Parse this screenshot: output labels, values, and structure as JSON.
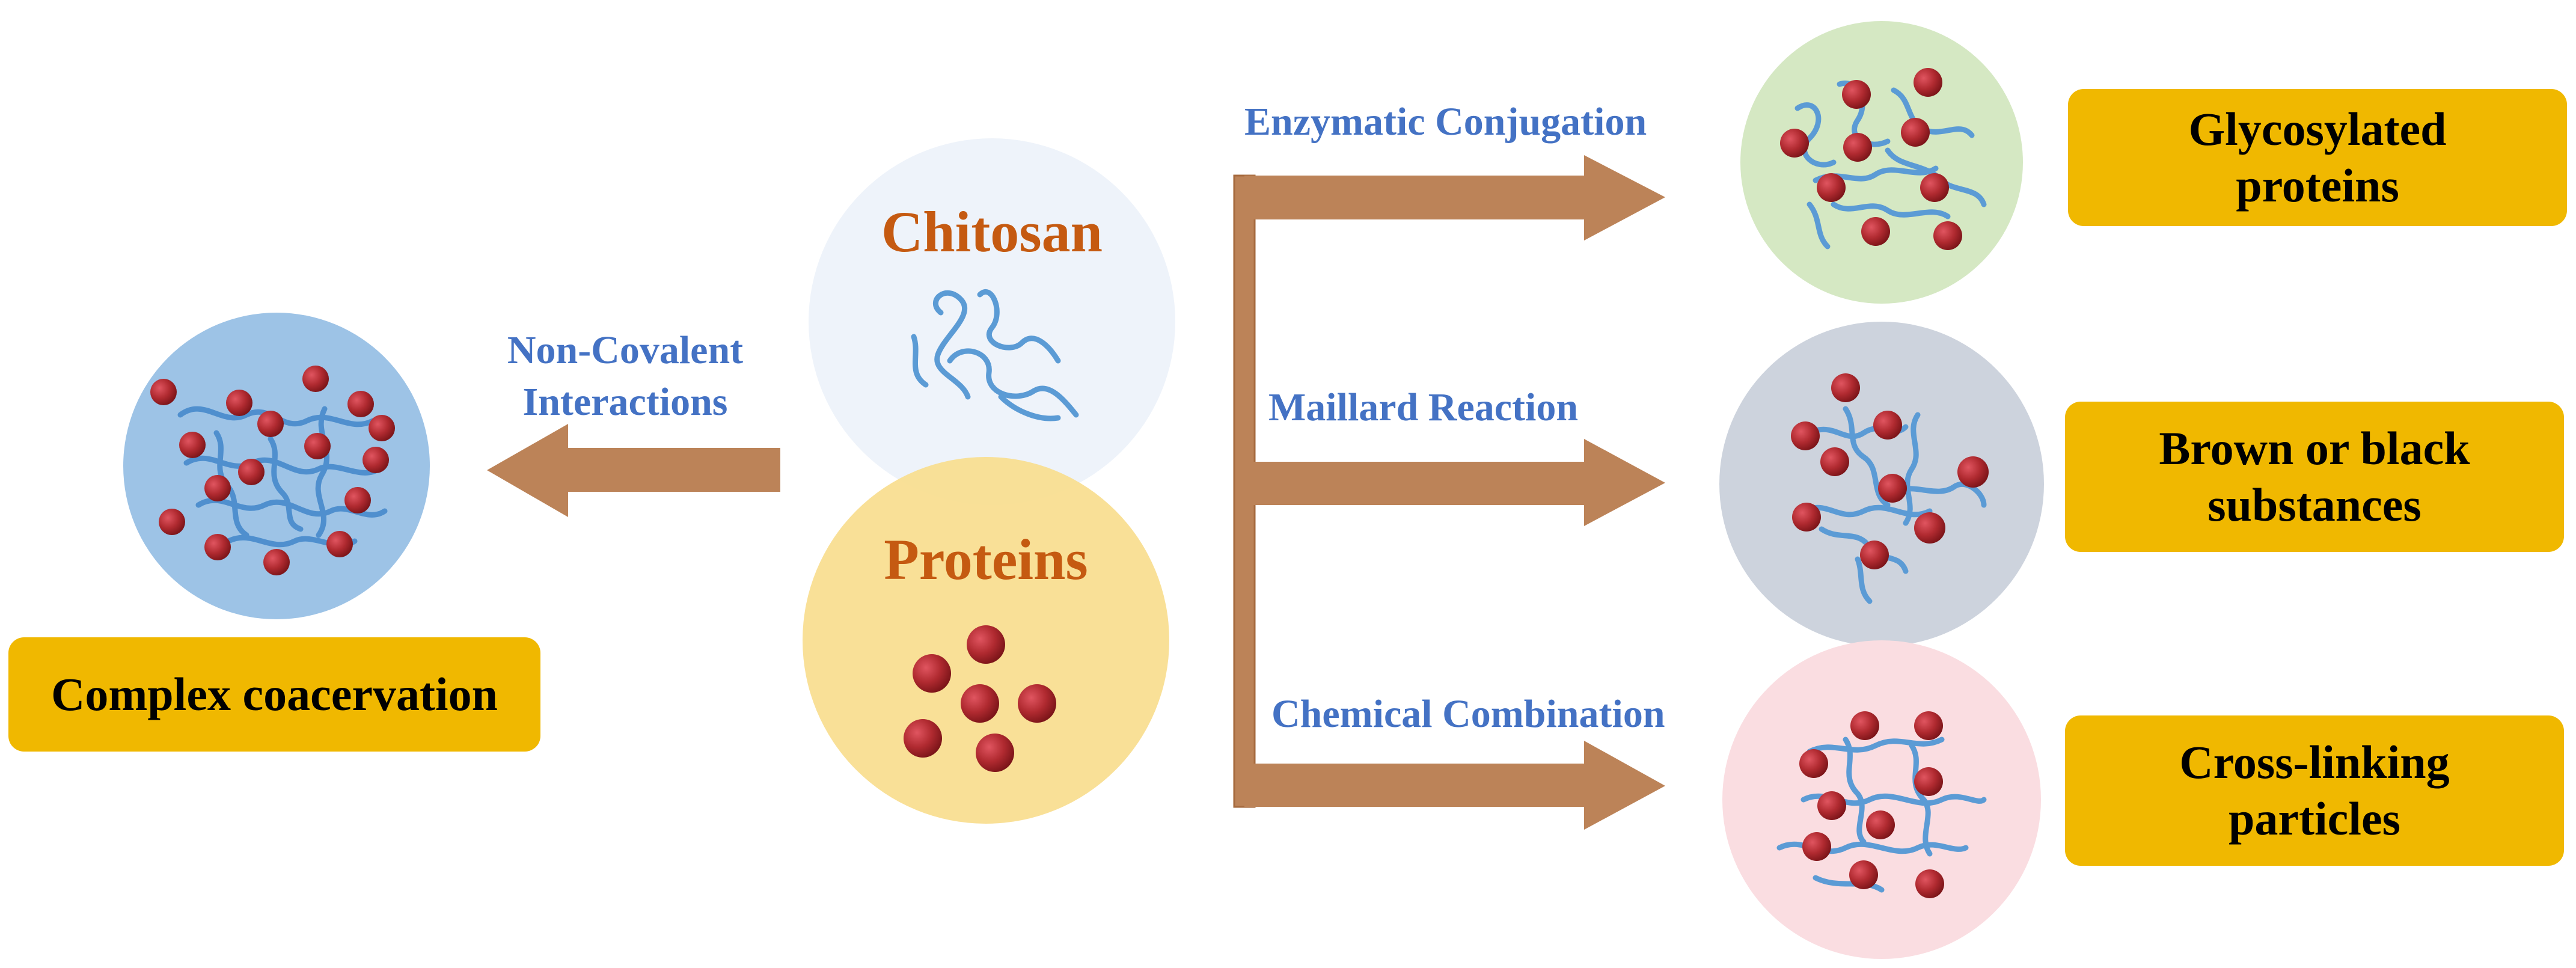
{
  "colors": {
    "arrow": "#BC8358",
    "arrow_dark": "#A66A3E",
    "label_blue": "#4472C4",
    "title_orange": "#C55A11",
    "box_fill": "#F0B800",
    "chain_blue": "#5B9BD5",
    "dot_red": "#B02A30",
    "coacervation_circle": "#9DC3E6",
    "chitosan_circle": "#EEF3FA",
    "proteins_circle": "#F9DE8F",
    "glycosylated_circle": "#D5E8C3",
    "brown_circle": "#CDD3DD",
    "crosslink_circle": "#FADDE1"
  },
  "center": {
    "chitosan": {
      "title": "Chitosan",
      "icon": "polymer-chain-icon"
    },
    "proteins": {
      "title": "Proteins",
      "icon": "protein-dots-icon"
    }
  },
  "left_branch": {
    "arrow_label_line1": "Non-Covalent",
    "arrow_label_line2": "Interactions",
    "product_label": "Complex coacervation"
  },
  "right_branches": [
    {
      "arrow_label": "Enzymatic Conjugation",
      "product_line1": "Glycosylated",
      "product_line2": "proteins"
    },
    {
      "arrow_label": "Maillard Reaction",
      "product_line1": "Brown or black",
      "product_line2": "substances"
    },
    {
      "arrow_label": "Chemical Combination",
      "product_line1": "Cross-linking",
      "product_line2": "particles"
    }
  ]
}
